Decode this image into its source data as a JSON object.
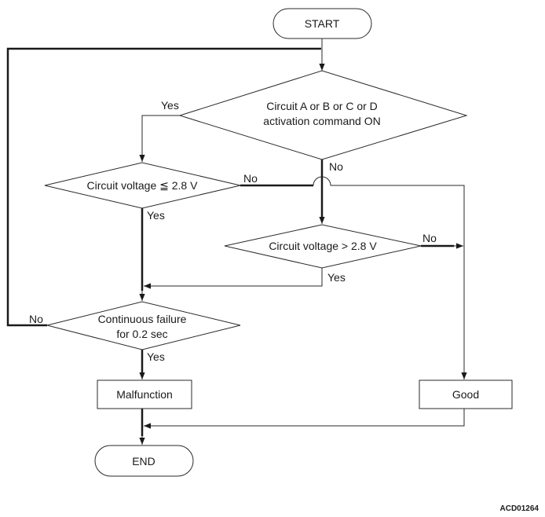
{
  "nodes": {
    "start": "START",
    "decision_activation": [
      "Circuit A or B or C or D",
      "activation command ON"
    ],
    "decision_low_voltage": [
      "Circuit voltage ≦ 2.8 V"
    ],
    "decision_high_voltage": [
      "Circuit voltage > 2.8 V"
    ],
    "decision_continuous": [
      "Continuous failure",
      "for 0.2 sec"
    ],
    "malfunction": "Malfunction",
    "good": "Good",
    "end": "END"
  },
  "edge_labels": {
    "activation_yes": "Yes",
    "activation_no": "No",
    "low_voltage_no": "No",
    "low_voltage_yes": "Yes",
    "high_voltage_no": "No",
    "high_voltage_yes": "Yes",
    "continuous_no": "No",
    "continuous_yes": "Yes"
  },
  "figure_id": "ACD01264"
}
